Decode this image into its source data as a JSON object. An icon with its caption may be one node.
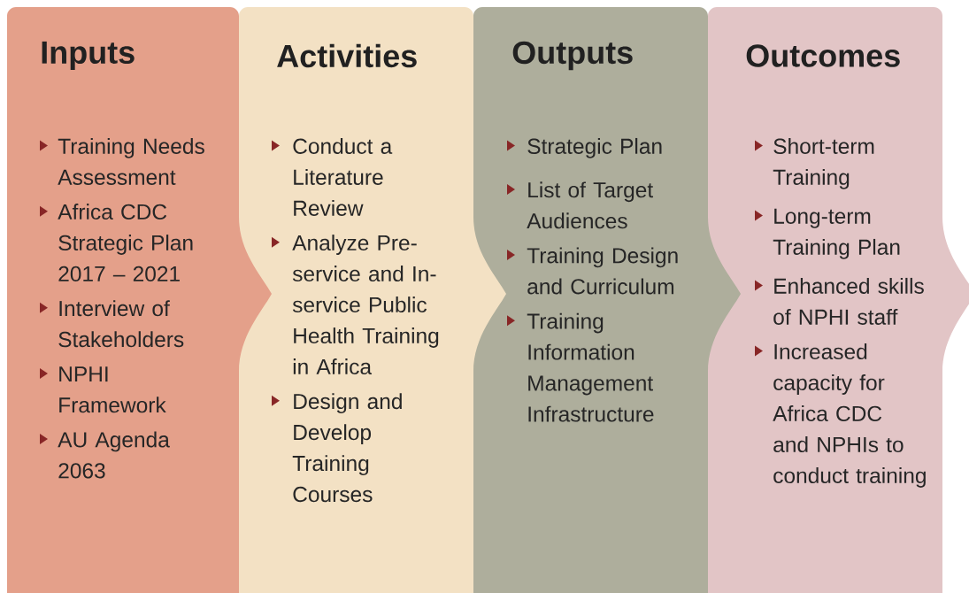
{
  "diagram": {
    "nodes": [
      {
        "text": [
          "Inputs",
          "Training Needs Assessment",
          "Africa CDC Strategic Plan 2017 – 2021",
          "Interview of Stakeholders",
          "NPHI Framework",
          "AU Agenda 2063"
        ]
      },
      {
        "text": [
          "Activities",
          "Conduct a Literature Review",
          "Analyze Pre-service and In-service Public Health Training in Africa",
          "Design and Develop Training Courses"
        ]
      },
      {
        "text": [
          "Outputs",
          "Strategic Plan",
          "List of Target Audiences",
          "Training Design and Curriculum",
          "Training Information Management Infrastructure"
        ]
      },
      {
        "text": [
          "Outcomes",
          "Short-term Training",
          "Long-term Training Plan",
          "Enhanced skills of NPHI staff",
          "Increased capacity for Africa CDC and NPHIs to conduct training"
        ]
      }
    ]
  }
}
